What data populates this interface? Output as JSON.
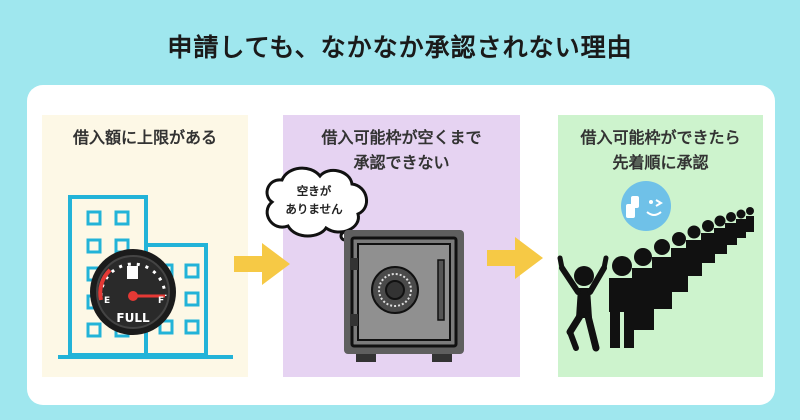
{
  "title": "申請しても、なかなか承認されない理由",
  "panels": [
    {
      "line1": "借入額に上限がある",
      "line2": ""
    },
    {
      "line1": "借入可能枠が空くまで",
      "line2": "承認できない"
    },
    {
      "line1": "借入可能枠ができたら",
      "line2": "先着順に承認"
    }
  ],
  "gauge": {
    "label": "FULL",
    "e": "E",
    "f": "F"
  },
  "bubble": {
    "line1": "空きが",
    "line2": "ありません"
  },
  "colors": {
    "background": "#9fe7ee",
    "building": "#22b3d8",
    "arrow": "#f6c945",
    "safe": "#7b7b7b",
    "person": "#111111",
    "badge": "#6fc1e8"
  }
}
